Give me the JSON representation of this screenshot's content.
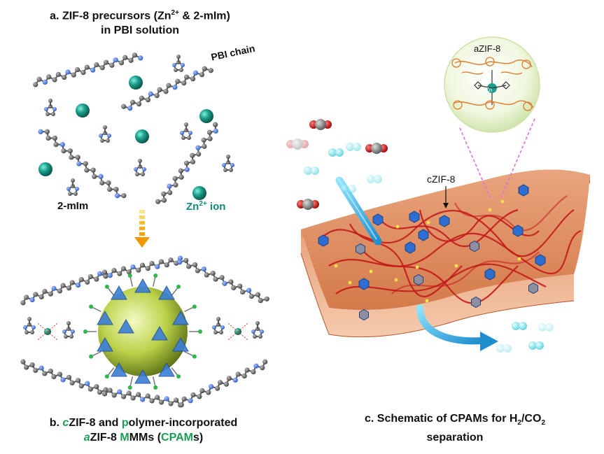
{
  "panel_a": {
    "title_line1_prefix": "a. ZIF-8 precursors (Zn",
    "title_line1_sup": "2+",
    "title_line1_suffix": " & 2-mIm)",
    "title_line2": "in PBI solution",
    "pbi_chain_label": "PBI chain",
    "two_mim_label": "2-mIm",
    "zn_ion_prefix": "Zn",
    "zn_ion_sup": "2+",
    "zn_ion_suffix": " ion"
  },
  "panel_b": {
    "title_line1_prefix": "b. ",
    "title_line1_c": "c",
    "title_line1_mid": "ZIF-8 and ",
    "title_line1_p": "p",
    "title_line1_suffix": "olymer-incorporated",
    "title_line2_a": "a",
    "title_line2_mid": "ZIF-8 ",
    "title_line2_M": "M",
    "title_line2_MMs": "MMs (",
    "title_line2_CPAM": "CPAM",
    "title_line2_end": "s)"
  },
  "panel_c": {
    "title_line1_prefix": "c. Schematic of CPAMs for H",
    "title_line1_sub1": "2",
    "title_line1_mid": "/CO",
    "title_line1_sub2": "2",
    "title_line2": "separation",
    "czif_label": "cZIF-8",
    "azif_label": "aZIF-8",
    "zn_center": "Zn"
  },
  "colors": {
    "zn_teal": "#1c9e8c",
    "chain_gray": "#555555",
    "nitrogen_blue": "#3a6fd8",
    "membrane_orange": "#d9875a",
    "fiber_red": "#c41a1a",
    "zif_blue": "#2f6ed1",
    "arrow_cyan": "#26a9e0",
    "h2_cyan": "#7fe3ec",
    "co2_red": "#d41414",
    "sphere_green": "#bcd24a",
    "callout_pink": "#e26be0"
  }
}
